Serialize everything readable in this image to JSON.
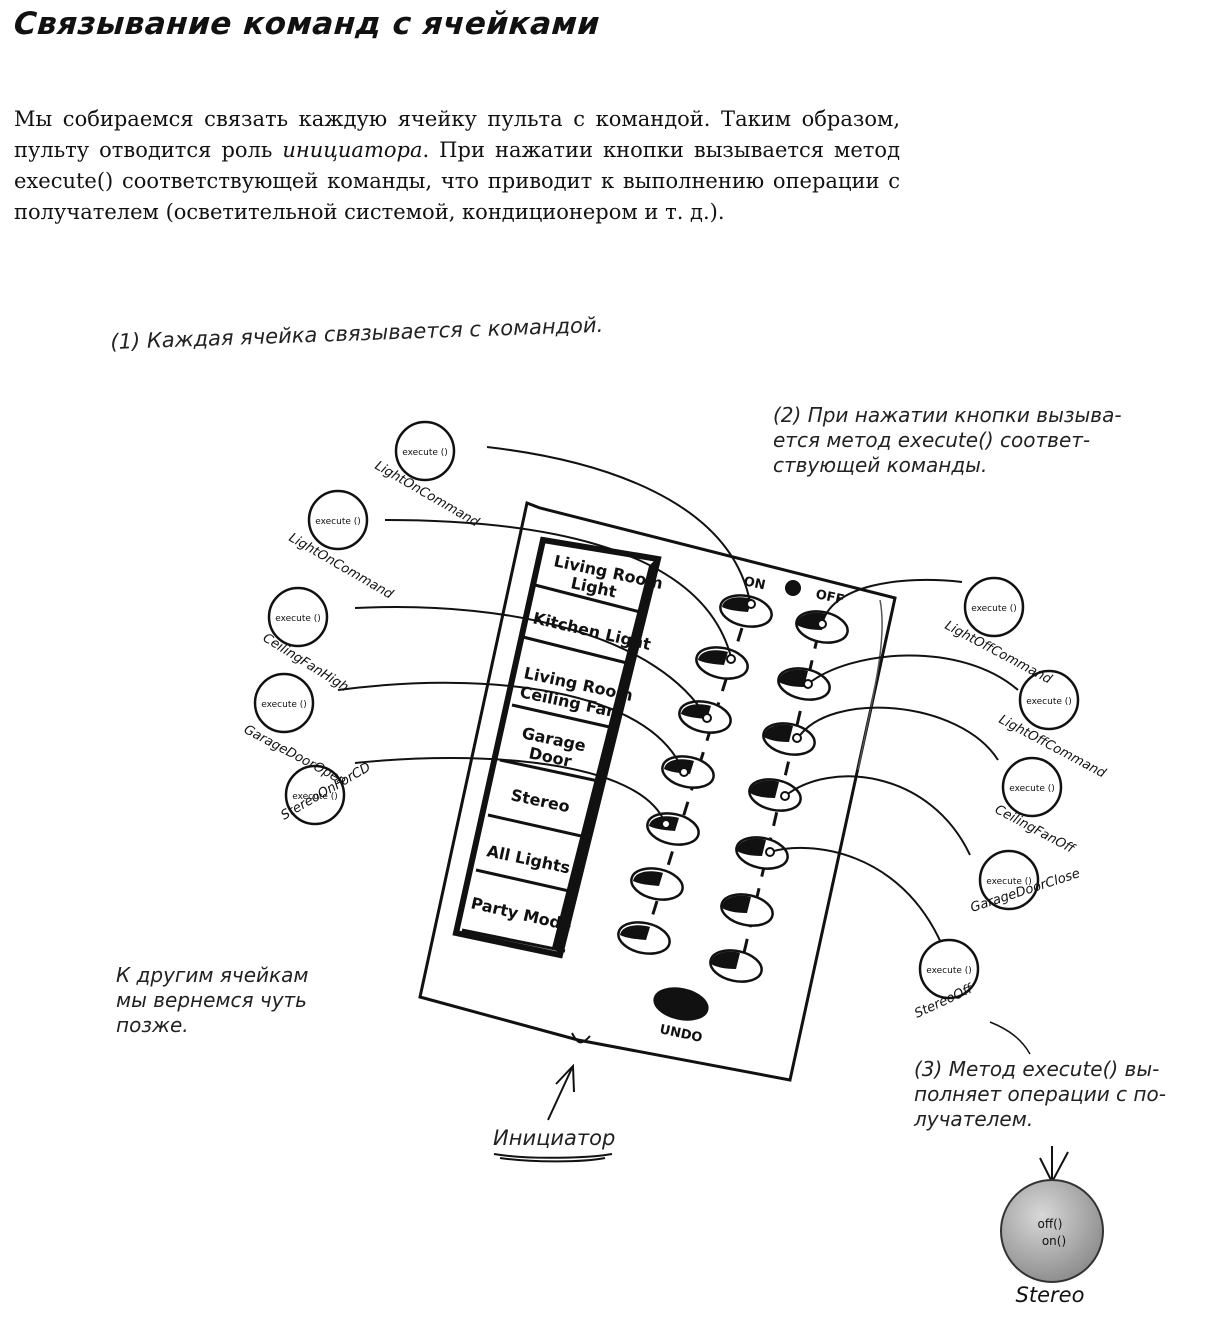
{
  "page": {
    "title": "Связывание команд с ячейками",
    "paragraph": {
      "before": "Мы собираемся связать каждую ячейку пульта с командой. Таким образом, пульту отводится роль ",
      "emphasis": "инициатора",
      "after": ". При нажатии кнопки вызывается метод execute() соответствующей команды, что приводит к выполнению операции с получателем (осветительной системой, кондиционером и т. д.)."
    }
  },
  "annotations": {
    "step1": "(1) Каждая ячейка связывается с командой.",
    "step2": [
      "(2) При нажатии кнопки вызыва-",
      "ется метод execute() соответ-",
      "ствующей команды."
    ],
    "step3": [
      "(3) Метод execute() вы-",
      "полняет операции с по-",
      "лучателем."
    ],
    "other_slots": [
      "К другим ячейкам",
      "мы вернемся чуть",
      "позже."
    ],
    "invoker": "Инициатор"
  },
  "remote": {
    "on_label": "ON",
    "off_label": "OFF",
    "undo_label": "UNDO",
    "slot_labels": [
      [
        "Living Room",
        "Light"
      ],
      [
        "Kitchen Light"
      ],
      [
        "Living Room",
        "Ceiling Fan"
      ],
      [
        "Garage",
        "Door"
      ],
      [
        "Stereo"
      ],
      [
        "All Lights"
      ],
      [
        "Party Mode"
      ]
    ]
  },
  "commands": {
    "method": "execute ()",
    "left": [
      "LightOnCommand",
      "LightOnCommand",
      "CeilingFanHigh",
      "GarageDoorOpen",
      "StereoOnForCD"
    ],
    "right": [
      "LightOffCommand",
      "LightOffCommand",
      "CeilingFanOff",
      "GarageDoorClose",
      "StereoOff"
    ]
  },
  "receiver": {
    "name": "Stereo",
    "methods": [
      "off()",
      "on()"
    ]
  }
}
